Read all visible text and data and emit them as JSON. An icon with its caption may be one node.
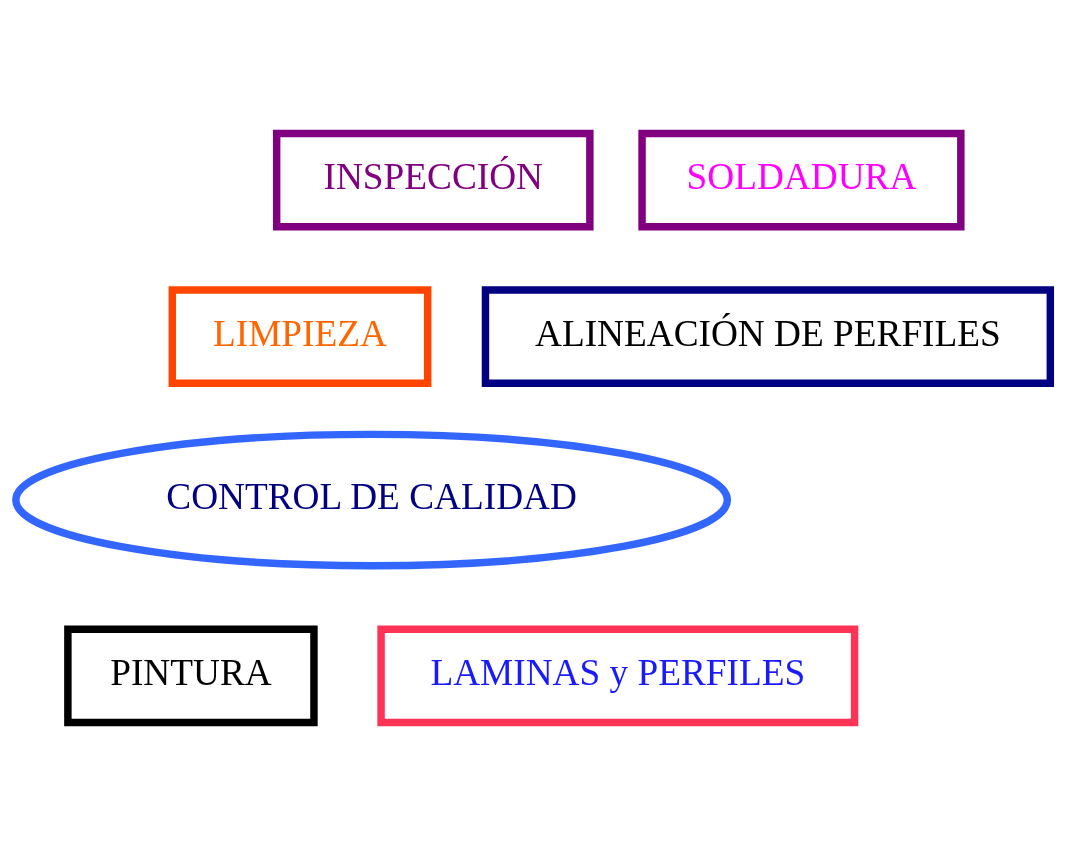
{
  "diagram": {
    "nodes": [
      {
        "text": [
          "SOLDADURA"
        ]
      },
      {
        "text": [
          "LIMPIEZA"
        ]
      },
      {
        "text": [
          "LAMINAS y PERFILES"
        ]
      },
      {
        "text": [
          "CONTROL DE CALIDAD"
        ]
      },
      {
        "text": [
          "ALINEACIÓN DE PERFILES"
        ]
      },
      {
        "text": [
          "PINTURA"
        ]
      },
      {
        "text": [
          "INSPECCIÓN"
        ]
      }
    ]
  }
}
